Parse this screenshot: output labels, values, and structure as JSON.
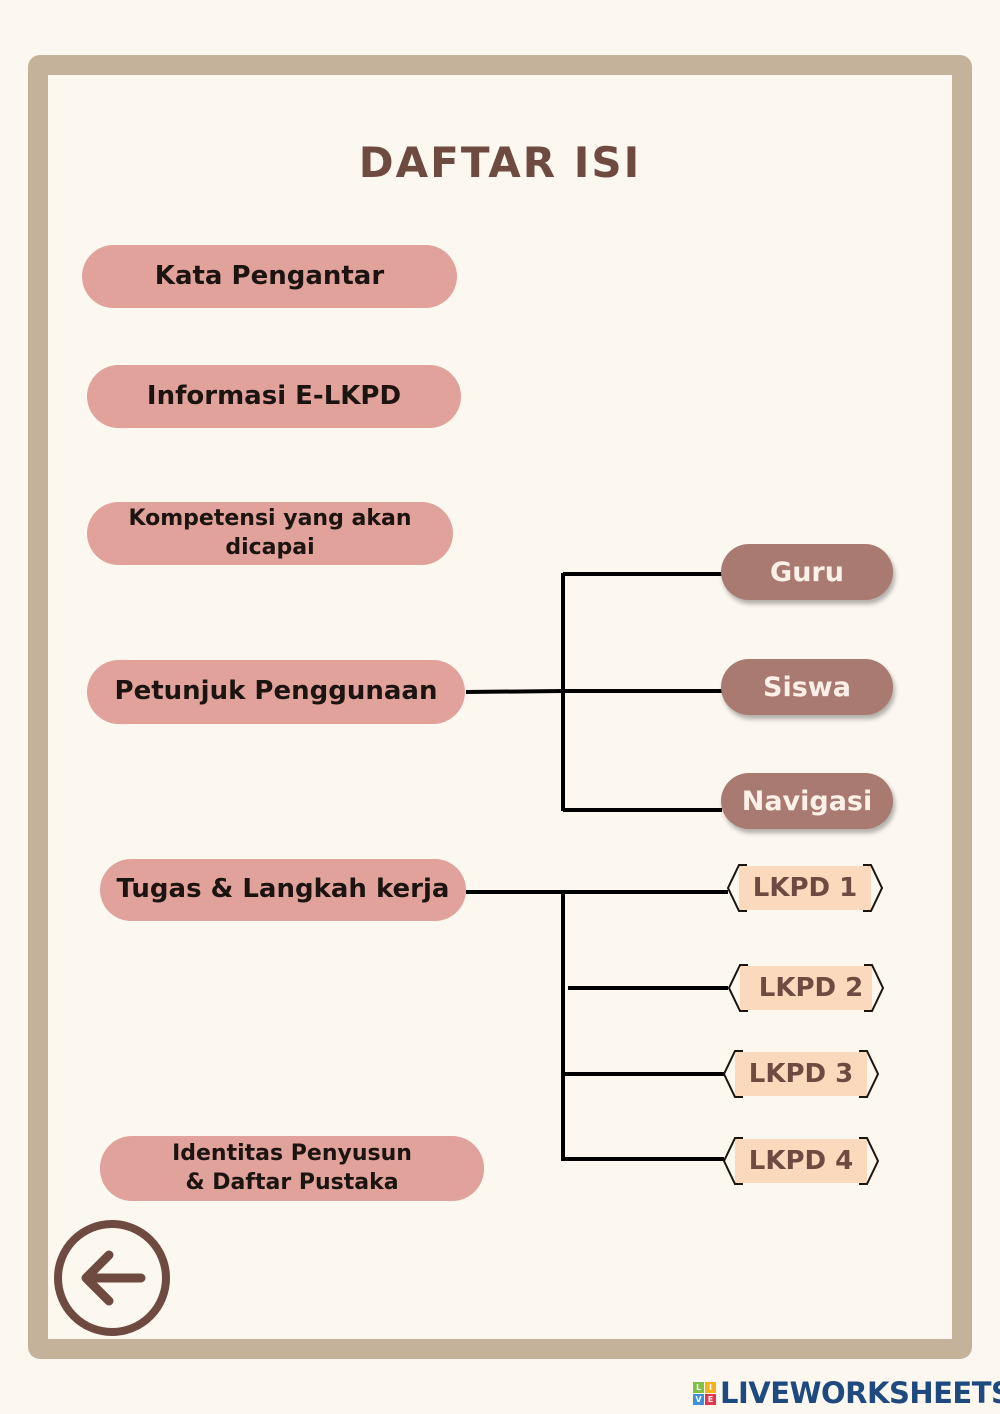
{
  "title": "DAFTAR ISI",
  "menu": {
    "kata_pengantar": "Kata Pengantar",
    "informasi": "Informasi E-LKPD",
    "kompetensi": "Kompetensi yang akan dicapai",
    "petunjuk": "Petunjuk Penggunaan",
    "tugas": "Tugas & Langkah kerja",
    "identitas": "Identitas Penyusun & Daftar Pustaka"
  },
  "petunjuk_sub": [
    "Guru",
    "Siswa",
    "Navigasi"
  ],
  "lkpd": [
    "LKPD 1",
    "LKPD 2",
    "LKPD 3",
    "LKPD 4"
  ],
  "footer": {
    "brand": "LIVEWORKSHEETS",
    "brand_letters": [
      "L",
      "I",
      "V",
      "E"
    ]
  },
  "colors": {
    "frame": "#c4b29b",
    "pill": "#e0a29b",
    "subpill": "#a97a72",
    "lkpd": "#fbd9bd",
    "title": "#6e4a40"
  },
  "icons": {
    "back": "arrow-left-circle-icon"
  }
}
